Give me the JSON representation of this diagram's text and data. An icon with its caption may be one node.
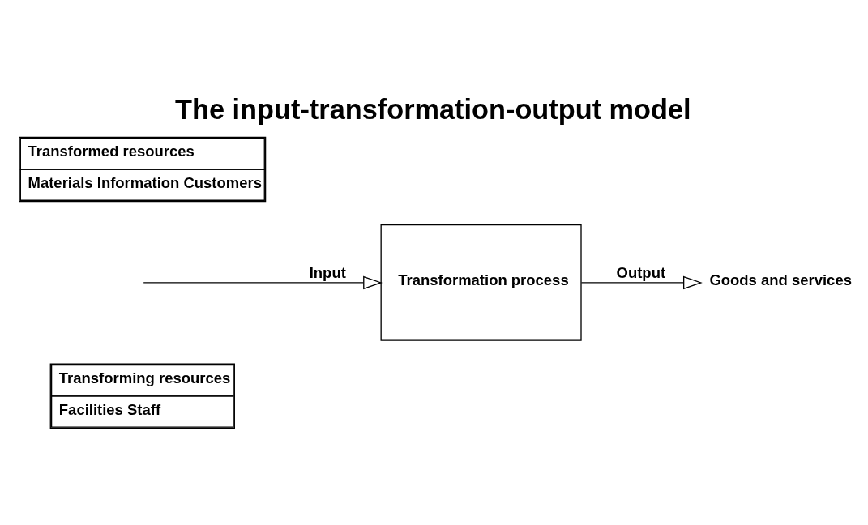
{
  "diagram": {
    "title": "The input-transformation-output model",
    "nodes": [
      {
        "text": [
          "Transformed resources",
          "Materials Information Customers"
        ]
      },
      {
        "text": [
          "Transforming resources",
          "Facilities Staff"
        ]
      },
      {
        "text": [
          "Transformation process"
        ]
      },
      {
        "text": [
          "Goods and services"
        ]
      }
    ],
    "edges": [
      {
        "from": null,
        "to": 2,
        "arrow": "to",
        "label": "Input"
      },
      {
        "from": 2,
        "to": 3,
        "arrow": "to",
        "label": "Output"
      }
    ]
  }
}
